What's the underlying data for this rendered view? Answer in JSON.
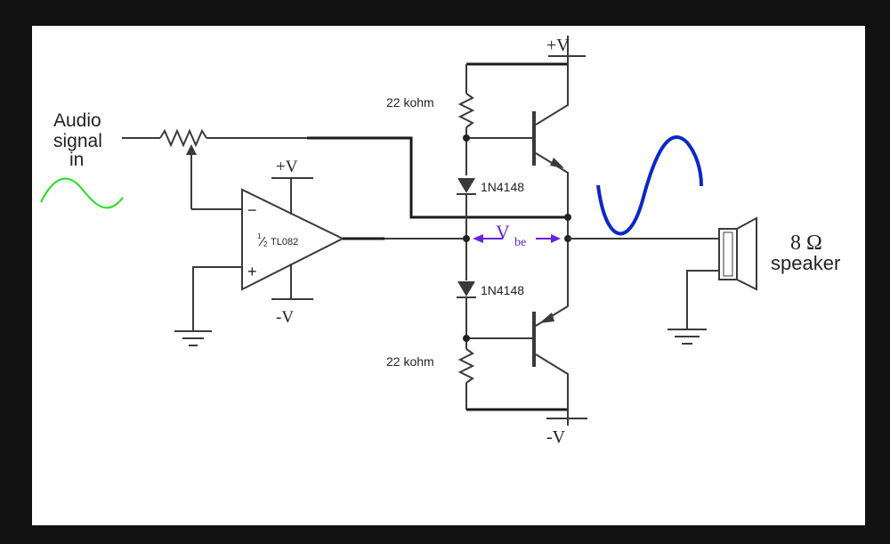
{
  "labels": {
    "audio_line1": "Audio",
    "audio_line2": "signal",
    "audio_line3": "in",
    "opamp_minus": "−",
    "opamp_plus": "+",
    "opamp_name": "TL082",
    "opamp_fraction_num": "1",
    "opamp_fraction_den": "2",
    "opamp_supply_pos": "+V",
    "opamp_supply_neg": "-V",
    "rail_pos": "+V",
    "rail_neg": "-V",
    "resistor_top": "22 kohm",
    "resistor_bottom": "22 kohm",
    "diode_top": "1N4148",
    "diode_bottom": "1N4148",
    "vbe_main": "V",
    "vbe_sub": "be",
    "speaker_line1": "8 Ω",
    "speaker_line2": "speaker"
  },
  "colors": {
    "background": "#111111",
    "canvas": "#ffffff",
    "wire": "#3a3a3a",
    "input_wave": "#22dd22",
    "output_wave": "#0a28c8",
    "vbe_arrow": "#6a22e0"
  }
}
